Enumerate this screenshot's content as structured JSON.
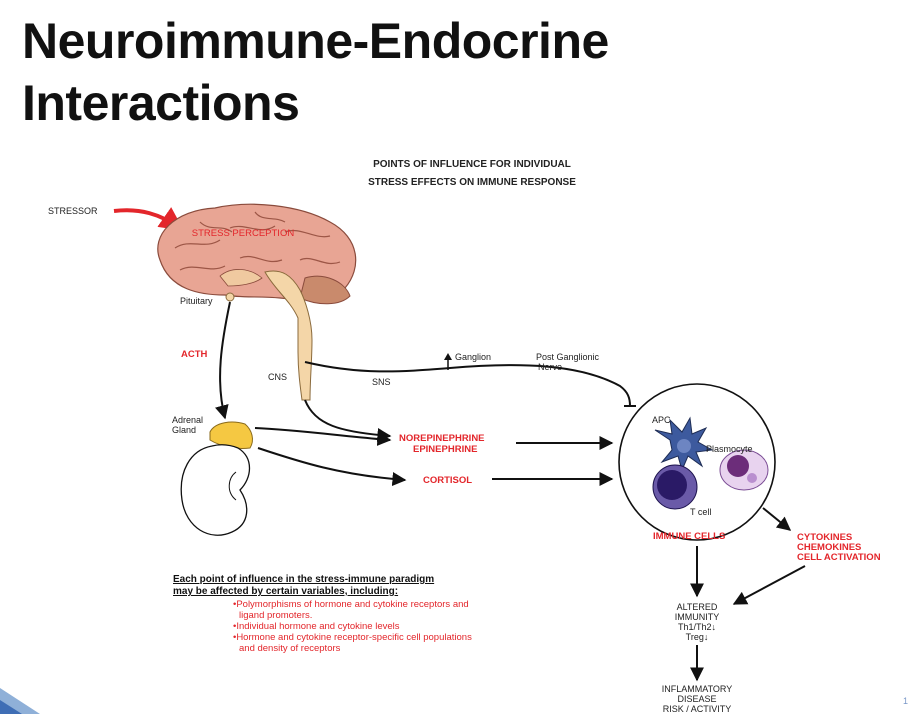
{
  "slide": {
    "title_line1": "Neuroimmune-Endocrine",
    "title_line2": "Interactions",
    "page_number": "1"
  },
  "figure": {
    "heading_line1": "POINTS OF INFLUENCE FOR INDIVIDUAL",
    "heading_line2": "STRESS EFFECTS ON IMMUNE RESPONSE",
    "stressor": "STRESSOR",
    "stress_perception": "STRESS PERCEPTION",
    "pituitary": "Pituitary",
    "acth": "ACTH",
    "cns": "CNS",
    "sns": "SNS",
    "ganglion": "Ganglion",
    "post_ganglionic_line1": "Post Ganglionic",
    "post_ganglionic_line2": "Nerve",
    "adrenal_line1": "Adrenal",
    "adrenal_line2": "Gland",
    "norepinephrine": "NOREPINEPHRINE",
    "epinephrine": "EPINEPHRINE",
    "cortisol": "CORTISOL",
    "apc": "APC",
    "plasmocyte": "Plasmocyte",
    "t_cell": "T cell",
    "immune_cells": "IMMUNE CELLS",
    "cytokines": "CYTOKINES",
    "chemokines": "CHEMOKINES",
    "cell_activation": "CELL ACTIVATION",
    "altered_line1": "ALTERED",
    "altered_line2": "IMMUNITY",
    "altered_line3": "Th1/Th2↓",
    "altered_line4": "Treg↓",
    "disease_line1": "INFLAMMATORY",
    "disease_line2": "DISEASE",
    "disease_line3": "RISK / ACTIVITY",
    "variables_heading_line1": "Each point of influence in the stress-immune paradigm",
    "variables_heading_line2": "may be affected by certain variables, including:",
    "variables": [
      "•Polymorphisms of hormone and cytokine receptors and",
      "ligand promoters.",
      "•Individual hormone and cytokine levels",
      "•Hormone and cytokine receptor-specific cell populations",
      "and density of receptors"
    ]
  },
  "colors": {
    "accent_red": "#e3262b",
    "brain": "#e8a594",
    "adrenal_yellow": "#f5c842",
    "apc_blue": "#3d5a9e",
    "t_cell_purple": "#3c2a7a",
    "plasmocyte_violet": "#b98fcf"
  }
}
